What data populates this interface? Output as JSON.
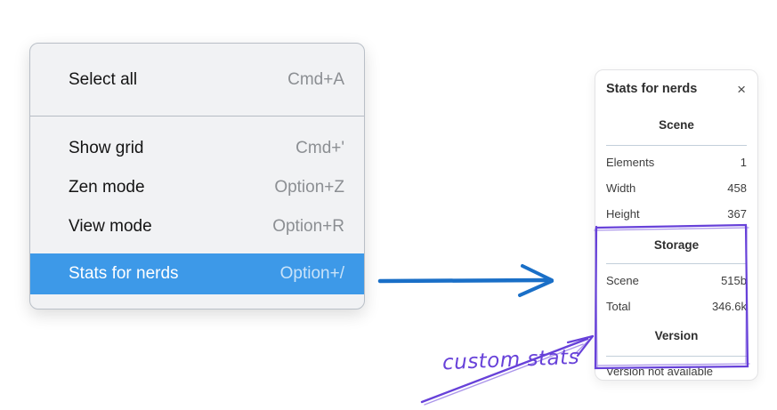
{
  "menu": {
    "sections": [
      {
        "items": [
          {
            "label": "Select all",
            "shortcut": "Cmd+A"
          }
        ]
      },
      {
        "items": [
          {
            "label": "Show grid",
            "shortcut": "Cmd+'"
          },
          {
            "label": "Zen mode",
            "shortcut": "Option+Z"
          },
          {
            "label": "View mode",
            "shortcut": "Option+R"
          },
          {
            "label": "Stats for nerds",
            "shortcut": "Option+/"
          }
        ]
      }
    ],
    "highlighted_item": "Stats for nerds",
    "highlight_color": "#3d99e8"
  },
  "stats_panel": {
    "title": "Stats for nerds",
    "close_icon": "×",
    "sections": [
      {
        "heading": "Scene",
        "rows": [
          {
            "label": "Elements",
            "value": "1"
          },
          {
            "label": "Width",
            "value": "458"
          },
          {
            "label": "Height",
            "value": "367"
          }
        ]
      },
      {
        "heading": "Storage",
        "rows": [
          {
            "label": "Scene",
            "value": "515b"
          },
          {
            "label": "Total",
            "value": "346.6k"
          }
        ]
      },
      {
        "heading": "Version",
        "note": "Version not available"
      }
    ]
  },
  "annotation": {
    "label": "custom stats",
    "color": "#6741d9"
  },
  "flow_arrow_color": "#1a6fc7"
}
